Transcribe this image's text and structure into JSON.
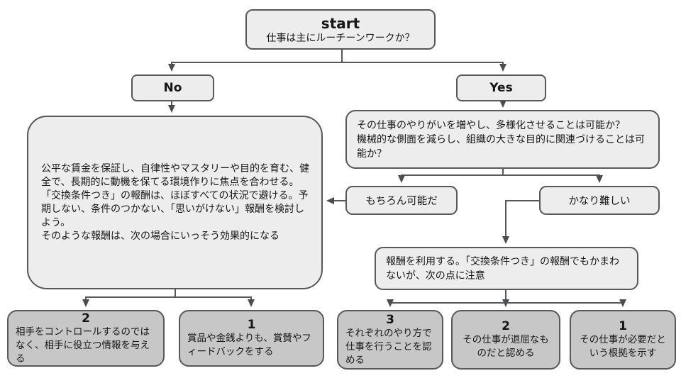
{
  "flow": {
    "start": {
      "title": "start",
      "question": "仕事は主にルーチーンワークか？"
    },
    "branches": {
      "no": "No",
      "yes": "Yes"
    },
    "baseline_advice": "公平な賃金を保証し、自律性やマスタリーや目的を育む、健全で、長期的に動機を保てる環境作りに焦点を合わせる。「交換条件つき」の報酬は、ほぼすべての状況で避ける。予期しない、条件のつかない、「思いがけない」報酬を検討しよう。\nそのような報酬は、次の場合にいっそう効果的になる",
    "enrich_question": "その仕事のやりがいを増やし、多様化させることは可能か？\n機械的な側面を減らし、組織の大きな目的に関連づけることは可能か？",
    "answers": {
      "possible": "もちろん可能だ",
      "difficult": "かなり難しい"
    },
    "reward_note": "報酬を利用する。「交換条件つき」の報酬でもかまわないが、次の点に注意",
    "left_tips": [
      {
        "num": "2",
        "text": "相手をコントロールするのではなく、相手に役立つ情報を与える"
      },
      {
        "num": "1",
        "text": "賞品や金銭よりも、賞賛やフィードバックをする"
      }
    ],
    "right_tips": [
      {
        "num": "3",
        "text": "それぞれのやり方で仕事を行うことを認める"
      },
      {
        "num": "2",
        "text": "その仕事が退屈なものだと認める"
      },
      {
        "num": "1",
        "text": "その仕事が必要だという根拠を示す"
      }
    ],
    "colors": {
      "node_fill": "#ededed",
      "node_fill_dark": "#c7c7c7",
      "border": "#57585c",
      "line": "#57585c",
      "text": "#161616"
    }
  }
}
